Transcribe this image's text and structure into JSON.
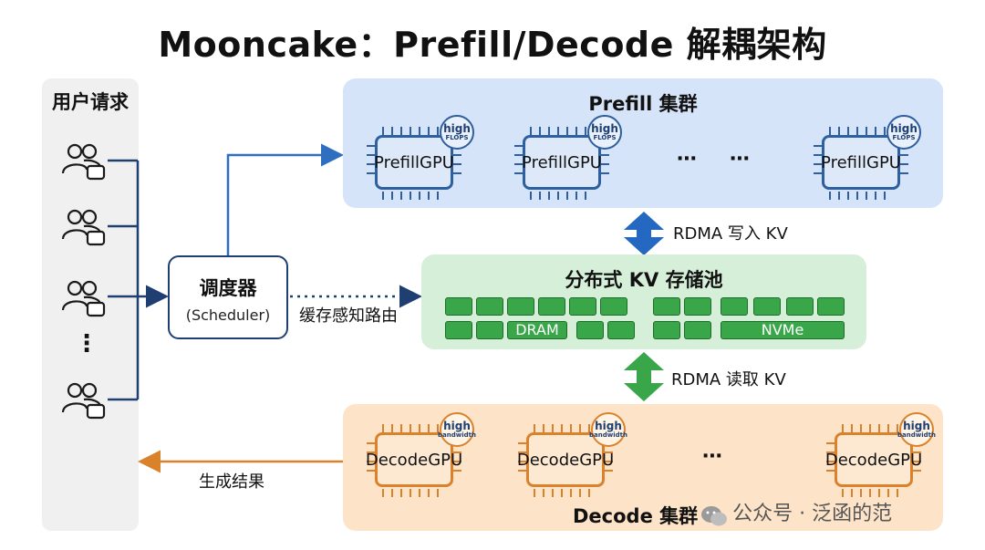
{
  "title": "Mooncake：Prefill/Decode 解耦架构",
  "users": {
    "title": "用户请求",
    "icons": [
      "user-group-icon",
      "user-group-icon",
      "user-group-icon",
      "user-group-icon"
    ],
    "ellipsis": "⋮"
  },
  "scheduler": {
    "title": "调度器",
    "subtitle": "(Scheduler)"
  },
  "routing_label": "缓存感知路由",
  "prefill": {
    "title": "Prefill 集群",
    "gpu_line1": "Prefill",
    "gpu_line2": "GPU",
    "badge_line1": "high",
    "badge_line2": "FLOPS",
    "ellipsis": "⋯",
    "accent_color": "#2e5f9e",
    "panel_color": "#d5e4f8"
  },
  "kv_store": {
    "title": "分布式 KV 存储池",
    "dram_label": "DRAM",
    "nvme_label": "NVMe",
    "block_color": "#3aa64a",
    "panel_color": "#d6efd8"
  },
  "rdma_write": "RDMA 写入 KV",
  "rdma_read": "RDMA 读取 KV",
  "decode": {
    "title": "Decode 集群",
    "gpu_line1": "Decode",
    "gpu_line2": "GPU",
    "badge_line1": "high",
    "badge_line2": "bandwidth",
    "ellipsis": "⋯",
    "accent_color": "#d9822b",
    "panel_color": "#fde3c7"
  },
  "result_label": "生成结果",
  "watermark": "公众号 · 泛函的范"
}
